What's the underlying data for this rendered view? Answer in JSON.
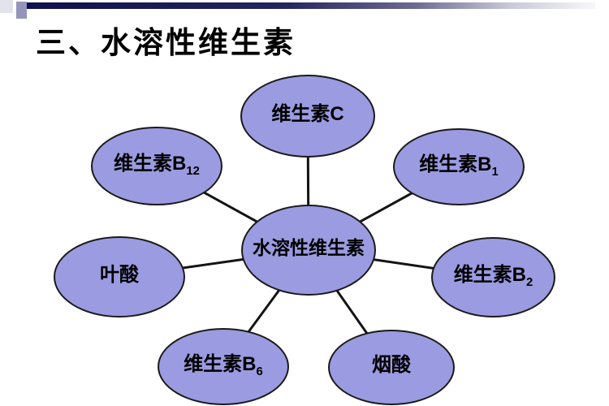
{
  "slide": {
    "title": "三、水溶性维生素",
    "decor": {
      "bar_color_start": "#10104e",
      "bar_color_end": "#f7f7fa",
      "square_light_color": "#e3e3ee",
      "square_mid_color": "#9595ba"
    }
  },
  "diagram": {
    "style": {
      "node_fill": "#9b9be1",
      "node_border": "#1a1a1a",
      "line_color": "#141414",
      "text_color": "#000000"
    },
    "center": {
      "base": "水溶性维生素",
      "sub": ""
    },
    "nodes": [
      {
        "id": "vitamin-c",
        "base": "维生素C",
        "sub": ""
      },
      {
        "id": "vitamin-b1",
        "base": "维生素B",
        "sub": "1"
      },
      {
        "id": "vitamin-b2",
        "base": "维生素B",
        "sub": "2"
      },
      {
        "id": "niacin",
        "base": "烟酸",
        "sub": ""
      },
      {
        "id": "vitamin-b6",
        "base": "维生素B",
        "sub": "6"
      },
      {
        "id": "folic-acid",
        "base": "叶酸",
        "sub": ""
      },
      {
        "id": "vitamin-b12",
        "base": "维生素B",
        "sub": "12"
      }
    ]
  }
}
